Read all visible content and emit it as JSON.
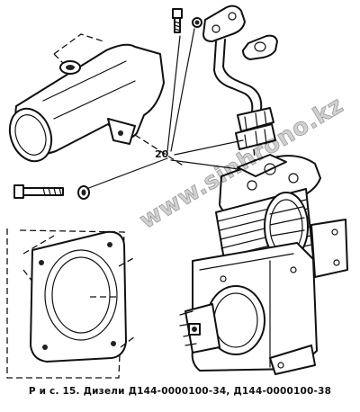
{
  "figure": {
    "callout_number": "20",
    "caption": "Р и с. 15. Дизели Д144-0000100-34, Д144-0000100-38",
    "watermark": "www.sinhrono.kz"
  },
  "parts": [
    {
      "name": "exhaust-pipe-elbow"
    },
    {
      "name": "bolt-top"
    },
    {
      "name": "washer-top"
    },
    {
      "name": "air-supply-tube-with-flanges"
    },
    {
      "name": "bolt-left"
    },
    {
      "name": "washer-left"
    },
    {
      "name": "gasket"
    },
    {
      "name": "air-compressor"
    }
  ]
}
